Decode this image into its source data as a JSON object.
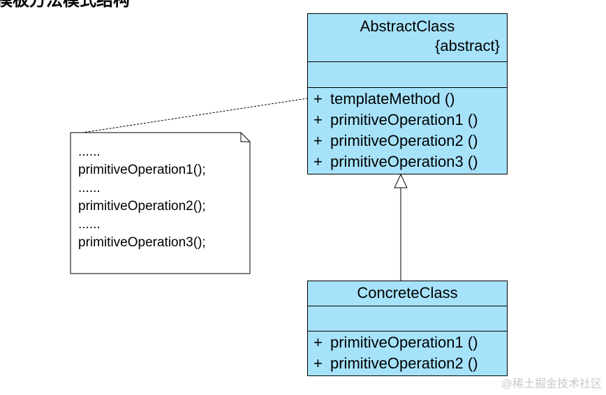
{
  "heading": "模板方法模式结构",
  "abstract_class": {
    "name": "AbstractClass",
    "stereotype": "{abstract}",
    "operations": [
      {
        "visibility": "+",
        "signature": "templateMethod ()"
      },
      {
        "visibility": "+",
        "signature": "primitiveOperation1 ()"
      },
      {
        "visibility": "+",
        "signature": "primitiveOperation2 ()"
      },
      {
        "visibility": "+",
        "signature": "primitiveOperation3 ()"
      }
    ]
  },
  "concrete_class": {
    "name": "ConcreteClass",
    "operations": [
      {
        "visibility": "+",
        "signature": "primitiveOperation1 ()"
      },
      {
        "visibility": "+",
        "signature": "primitiveOperation2 ()"
      }
    ]
  },
  "note": {
    "lines": [
      "......",
      "primitiveOperation1();",
      "......",
      "primitiveOperation2();",
      "......",
      "primitiveOperation3();"
    ]
  },
  "watermark": "@稀土掘金技术社区",
  "colors": {
    "class_fill": "#a6e3fb",
    "border": "#000000",
    "background": "#ffffff"
  }
}
